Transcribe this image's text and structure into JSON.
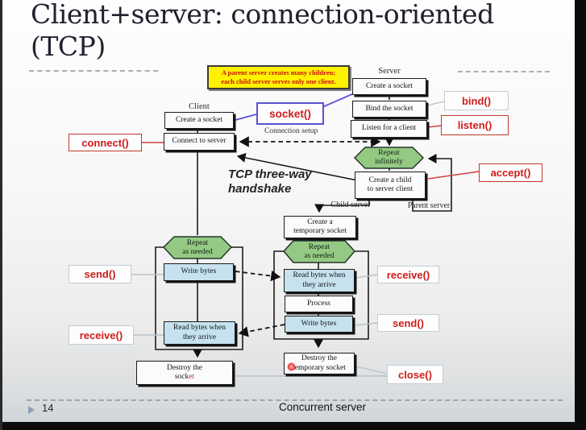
{
  "title": {
    "line1": "Client+server: connection-oriented",
    "line2": "(TCP)"
  },
  "note": {
    "line1": "A parent server creates many children;",
    "line2": "each child server serves only one client."
  },
  "column_labels": {
    "client": "Client",
    "server": "Server",
    "child_server": "Child server",
    "parent_server": "Parent server"
  },
  "annotations": {
    "connection_setup": "Connection setup",
    "handshake_line1": "TCP three-way",
    "handshake_line2": "handshake"
  },
  "client_flow": {
    "create_socket": "Create a socket",
    "connect": "Connect to server",
    "repeat_line1": "Repeat",
    "repeat_line2": "as needed",
    "write": "Write bytes",
    "read_line1": "Read bytes when",
    "read_line2": "they arrive",
    "destroy_line1": "Destroy the",
    "destroy_line2a": "sock",
    "destroy_line2b": "et"
  },
  "server_flow": {
    "create_socket": "Create a socket",
    "bind": "Bind the socket",
    "listen": "Listen for a client",
    "repeat_inf_line1": "Repeat",
    "repeat_inf_line2": "infinitely",
    "create_child_line1": "Create a child",
    "create_child_line2": "to server client",
    "create_temp_line1": "Create a",
    "create_temp_line2": "temporary socket",
    "repeat_line1": "Repeat",
    "repeat_line2": "as needed",
    "read_line1": "Read bytes when",
    "read_line2": "they arrive",
    "process": "Process",
    "write": "Write bytes",
    "destroy_line1": "Destroy the",
    "destroy_line2": "temporary socket"
  },
  "api_labels": {
    "socket": "socket()",
    "bind": "bind()",
    "listen": "listen()",
    "connect": "connect()",
    "accept": "accept()",
    "send_client": "send()",
    "receive_client": "receive()",
    "receive_server": "receive()",
    "send_server": "send()",
    "close": "close()"
  },
  "footer": {
    "page_number": "14",
    "caption": "Concurrent server"
  },
  "colors": {
    "api_red": "#cf1d1d",
    "socket_border_blue": "#5a52d5",
    "hexagon_green": "#94c983",
    "process_box_blue": "#c5e2ee",
    "note_yellow": "#fff200",
    "red_border": "#c0392b",
    "light_border": "#c3ccd4"
  }
}
